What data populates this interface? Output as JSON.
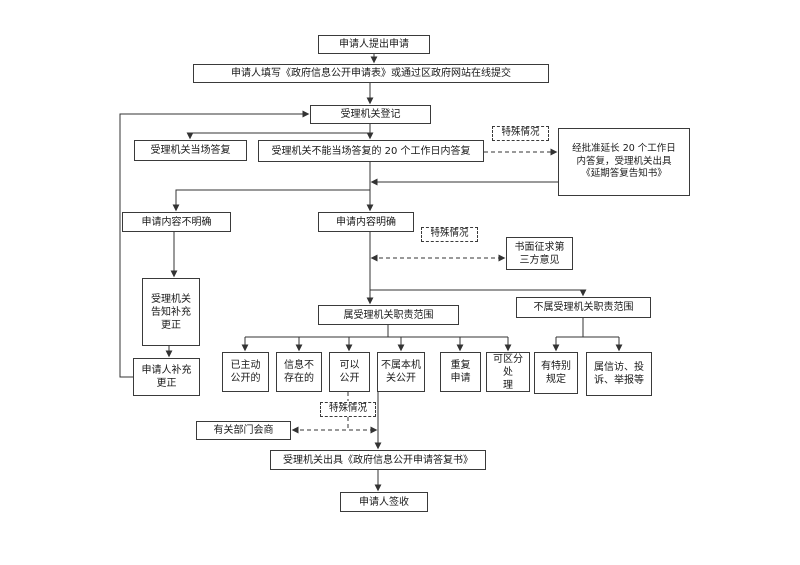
{
  "nodes": {
    "submit": "申请人提出申请",
    "fill_form": "申请人填写《政府信息公开申请表》或通过区政府网站在线提交",
    "register": "受理机关登记",
    "onsite_reply": "受理机关当场答复",
    "reply_20days": "受理机关不能当场答复的 20 个工作日内答复",
    "special1": "特殊情况",
    "extension": "经批准延长 20 个工作日\n内答复，受理机关出具\n《延期答复告知书》",
    "unclear": "申请内容不明确",
    "clear": "申请内容明确",
    "special2": "特殊情况",
    "third_party": "书面征求第\n三方意见",
    "notify_supplement": "受理机关\n告知补充\n更正",
    "in_scope": "属受理机关职责范围",
    "out_scope": "不属受理机关职责范围",
    "applicant_supplement": "申请人补充\n更正",
    "already_public": "已主动\n公开的",
    "not_exist": "信息不\n存在的",
    "can_disclose": "可以\n公开",
    "not_this_org": "不属本机\n关公开",
    "repeat": "重复\n申请",
    "separable": "可区分处\n理",
    "special_rule": "有特别\n规定",
    "petition": "属信访、投\n诉、举报等",
    "special3": "特殊情况",
    "consultation": "有关部门会商",
    "reply_doc": "受理机关出具《政府信息公开申请答复书》",
    "sign": "申请人签收"
  },
  "colors": {
    "line": "#333333",
    "border": "#3a3a3a",
    "background": "#ffffff"
  }
}
